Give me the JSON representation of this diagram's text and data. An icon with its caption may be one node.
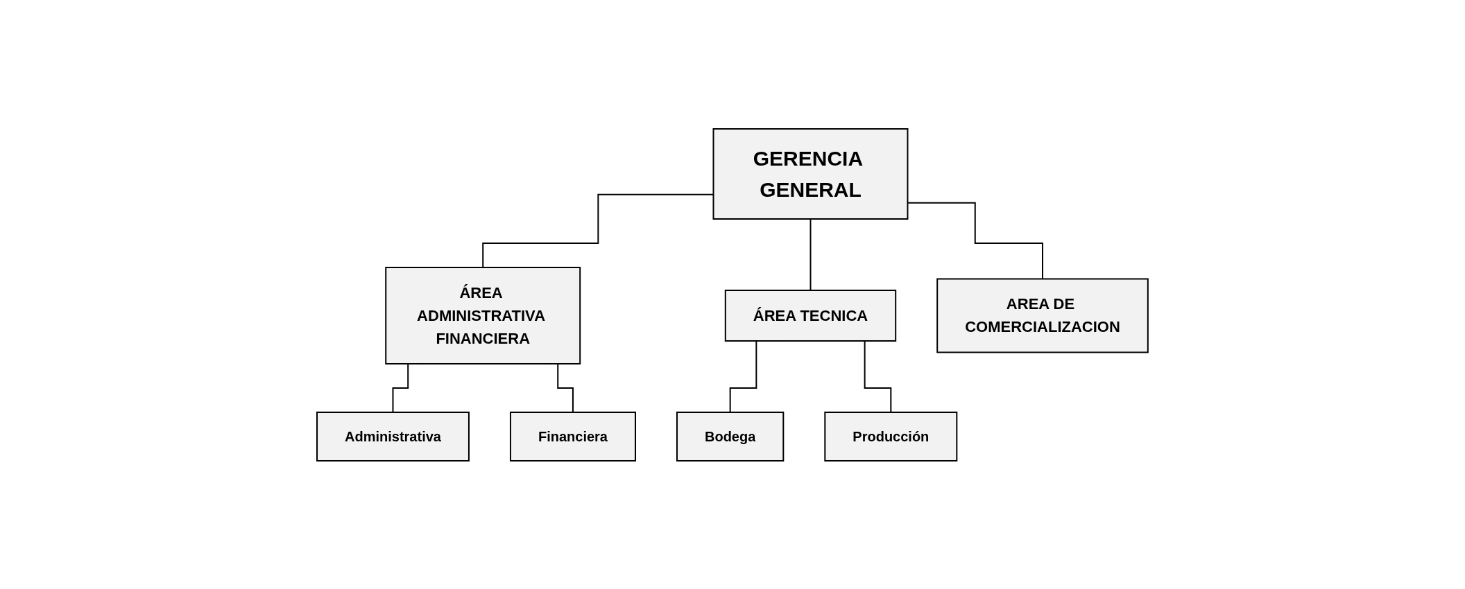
{
  "diagram": {
    "nodes": [
      {
        "text": [
          "GERENCIA GENERAL"
        ]
      },
      {
        "text": [
          "ÁREA ADMINISTRATIVA FINANCIERA"
        ]
      },
      {
        "text": [
          "ÁREA TECNICA"
        ]
      },
      {
        "text": [
          "AREA DE COMERCIALIZACION"
        ]
      },
      {
        "text": [
          "Administrativa"
        ]
      },
      {
        "text": [
          "Financiera"
        ]
      },
      {
        "text": [
          "Bodega"
        ]
      },
      {
        "text": [
          "Producción"
        ]
      }
    ],
    "edges": [
      {
        "from": 0,
        "to": 1,
        "arrow": "none"
      },
      {
        "from": 0,
        "to": 2,
        "arrow": "none"
      },
      {
        "from": 0,
        "to": 3,
        "arrow": "none"
      },
      {
        "from": 1,
        "to": 4,
        "arrow": "none"
      },
      {
        "from": 1,
        "to": 5,
        "arrow": "none"
      },
      {
        "from": 2,
        "to": 6,
        "arrow": "none"
      },
      {
        "from": 2,
        "to": 7,
        "arrow": "none"
      }
    ]
  }
}
